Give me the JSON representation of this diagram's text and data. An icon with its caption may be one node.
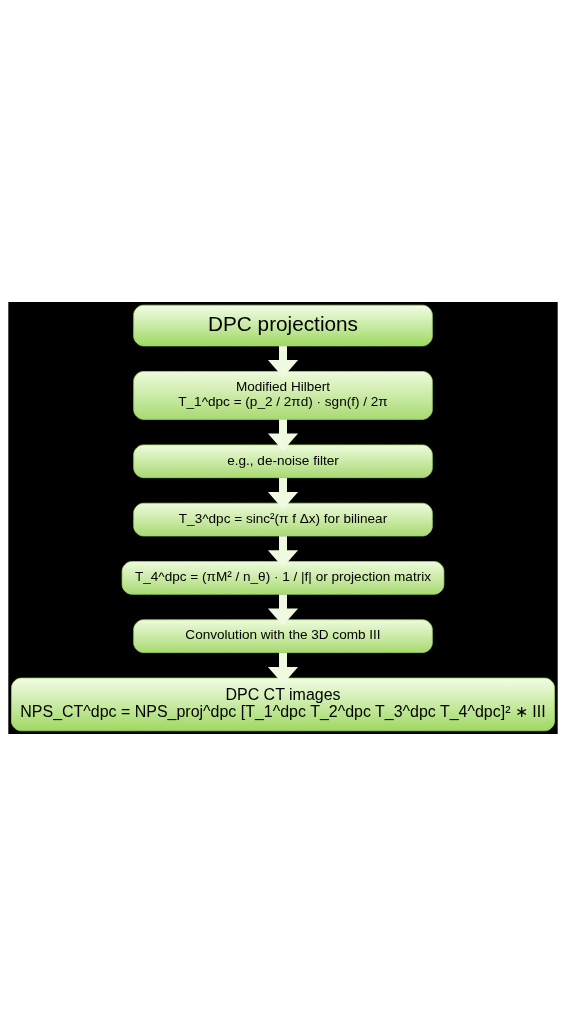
{
  "diagram": {
    "nodes": [
      {
        "text": [
          "DPC projections"
        ]
      },
      {
        "text": [
          "Modified Hilbert",
          "T_1^dpc = (p_2 / 2πd) · sgn(f) / 2π"
        ]
      },
      {
        "text": [
          "e.g., de-noise filter"
        ]
      },
      {
        "text": [
          "T_3^dpc = sinc²(π f Δx) for bilinear"
        ]
      },
      {
        "text": [
          "T_4^dpc = (πM² / n_θ) · 1 / |f| or projection matrix"
        ]
      },
      {
        "text": [
          "Convolution with the 3D comb III"
        ]
      },
      {
        "text": [
          "DPC CT images",
          "NPS_CT^dpc = NPS_proj^dpc [T_1^dpc T_2^dpc T_3^dpc T_4^dpc]² ∗ III"
        ]
      }
    ],
    "edges": [
      {
        "from": 0,
        "to": 1,
        "arrow": "to"
      },
      {
        "from": 1,
        "to": 2,
        "arrow": "to"
      },
      {
        "from": 2,
        "to": 3,
        "arrow": "to"
      },
      {
        "from": 3,
        "to": 4,
        "arrow": "to"
      },
      {
        "from": 4,
        "to": 5,
        "arrow": "to"
      },
      {
        "from": 5,
        "to": 6,
        "arrow": "to"
      }
    ]
  }
}
